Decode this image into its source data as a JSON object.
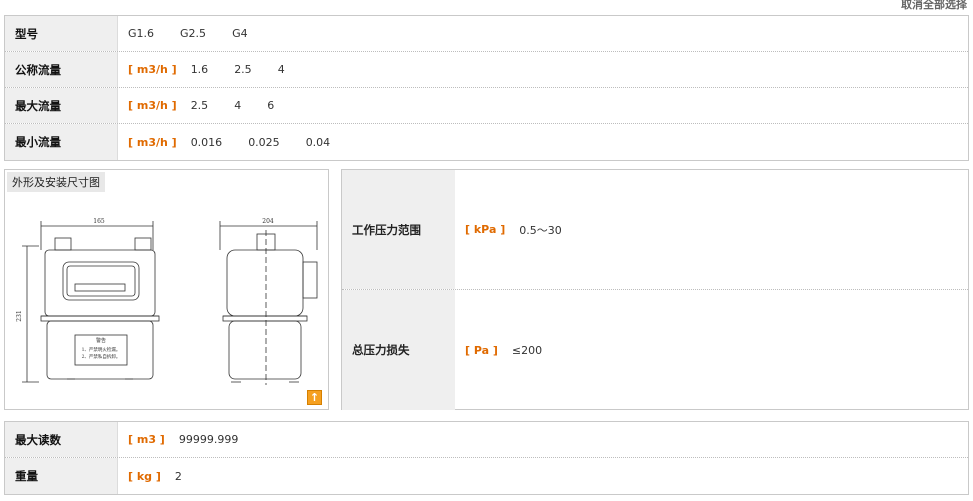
{
  "top_link": "取消全部选择",
  "spec_table": [
    {
      "label": "型号",
      "unit": "",
      "values": [
        "G1.6",
        "G2.5",
        "G4"
      ]
    },
    {
      "label": "公称流量",
      "unit": "[ m3/h ]",
      "values": [
        "1.6",
        "2.5",
        "4"
      ]
    },
    {
      "label": "最大流量",
      "unit": "[ m3/h ]",
      "values": [
        "2.5",
        "4",
        "6"
      ]
    },
    {
      "label": "最小流量",
      "unit": "[ m3/h ]",
      "values": [
        "0.016",
        "0.025",
        "0.04"
      ]
    }
  ],
  "drawing_panel": {
    "title": "外形及安装尺寸图",
    "dimensions": {
      "width_front": "165",
      "width_side": "204",
      "height": "231"
    },
    "warning_title": "警告",
    "warning_lines": [
      "1、严禁明火检漏。",
      "2、严禁私自拆卸。"
    ]
  },
  "pressure_table": [
    {
      "label": "工作压力范围",
      "unit": "[ kPa ]",
      "value": "0.5～30"
    },
    {
      "label": "总压力损失",
      "unit": "[ Pa ]",
      "value": "≤200"
    }
  ],
  "bottom_table": [
    {
      "label": "最大读数",
      "unit": "[ m3 ]",
      "value": "99999.999"
    },
    {
      "label": "重量",
      "unit": "[ kg ]",
      "value": "2"
    }
  ]
}
